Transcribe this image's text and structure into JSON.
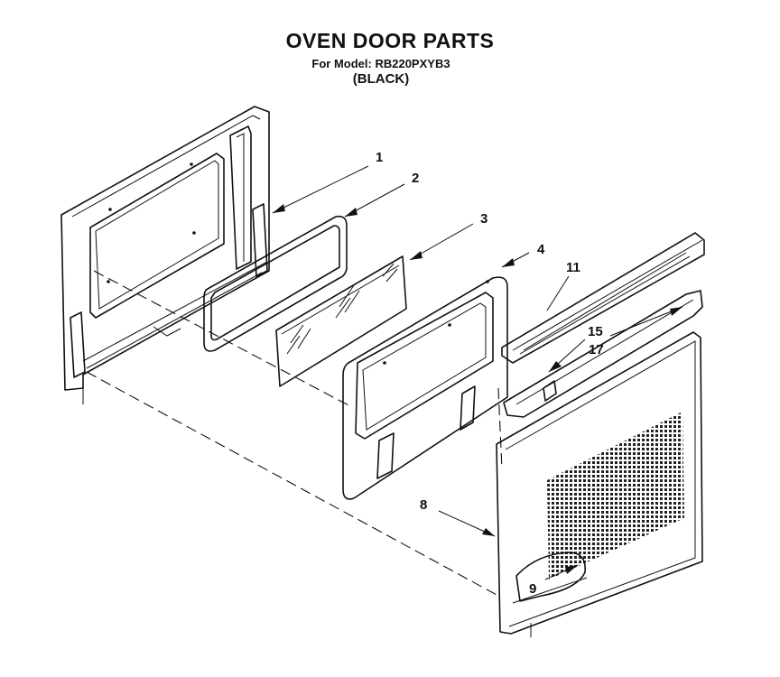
{
  "header": {
    "title": "OVEN DOOR PARTS",
    "model_line": "For Model: RB220PXYB3",
    "color_line": "(BLACK)"
  },
  "callouts": [
    "1",
    "2",
    "3",
    "4",
    "11",
    "15",
    "17",
    "8",
    "9"
  ]
}
